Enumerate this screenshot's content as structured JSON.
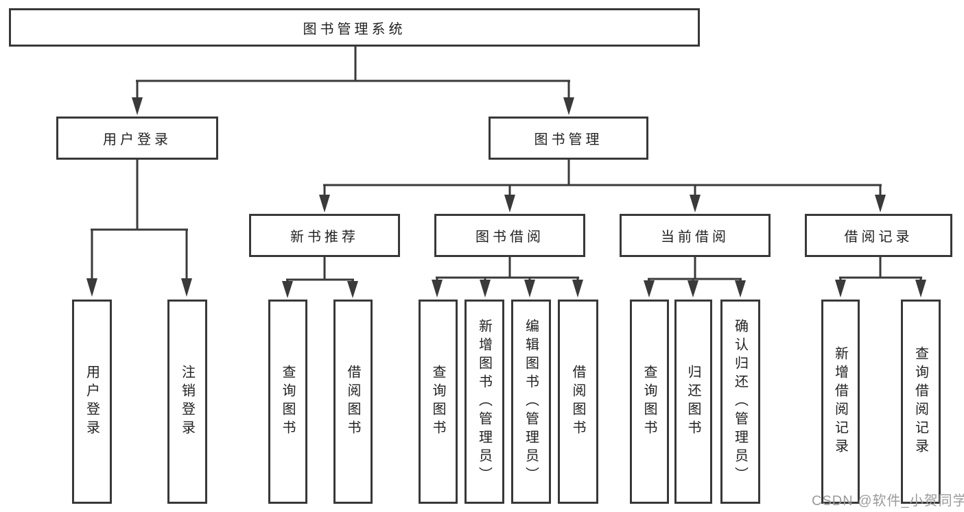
{
  "diagram": {
    "root": {
      "label": "图书管理系统"
    },
    "branches": [
      {
        "label": "用户登录"
      },
      {
        "label": "图书管理"
      }
    ],
    "modules": [
      {
        "label": "新书推荐"
      },
      {
        "label": "图书借阅"
      },
      {
        "label": "当前借阅"
      },
      {
        "label": "借阅记录"
      }
    ],
    "leaves": [
      {
        "label": "用户登录"
      },
      {
        "label": "注销登录"
      },
      {
        "label": "查询图书"
      },
      {
        "label": "借阅图书"
      },
      {
        "label": "查询图书"
      },
      {
        "label": "新增图书（管理员）"
      },
      {
        "label": "编辑图书（管理员）"
      },
      {
        "label": "借阅图书"
      },
      {
        "label": "查询图书"
      },
      {
        "label": "归还图书"
      },
      {
        "label": "确认归还（管理员）"
      },
      {
        "label": "新增借阅记录"
      },
      {
        "label": "查询借阅记录"
      }
    ]
  },
  "watermark": {
    "text": "CSDN @软件_小贺同学"
  },
  "colors": {
    "line": "#3a3a3a",
    "border": "#383838",
    "text": "#222222",
    "watermark": "#9b9b9b"
  }
}
